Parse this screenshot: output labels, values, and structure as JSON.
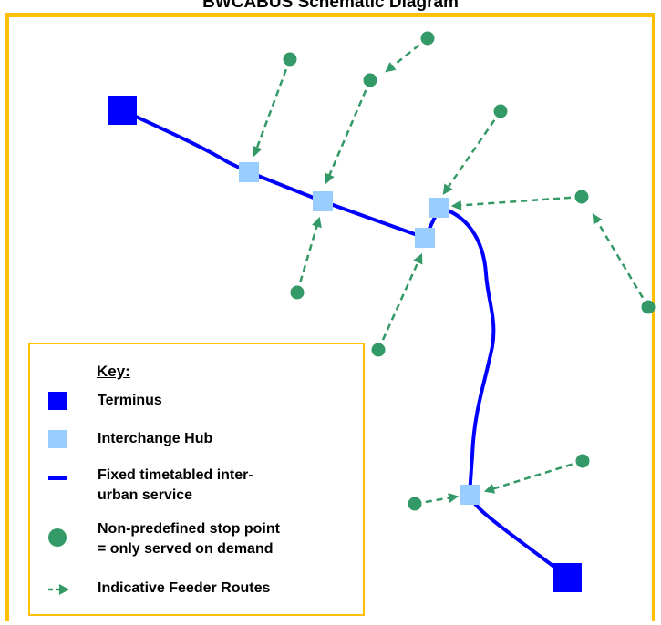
{
  "title": "BWCABUS Schematic Diagram",
  "colors": {
    "terminus": "#0000ff",
    "hub": "#99ccff",
    "route": "#0000ff",
    "feeder": "#339966",
    "border": "#ffc000"
  },
  "key": {
    "title": "Key:",
    "terminus": "Terminus",
    "hub": "Interchange Hub",
    "route_line1": "Fixed timetabled inter-",
    "route_line2": "urban service",
    "stop_line1": "Non-predefined stop point",
    "stop_line2": "= only served on demand",
    "feeder": "Indicative Feeder Routes"
  }
}
